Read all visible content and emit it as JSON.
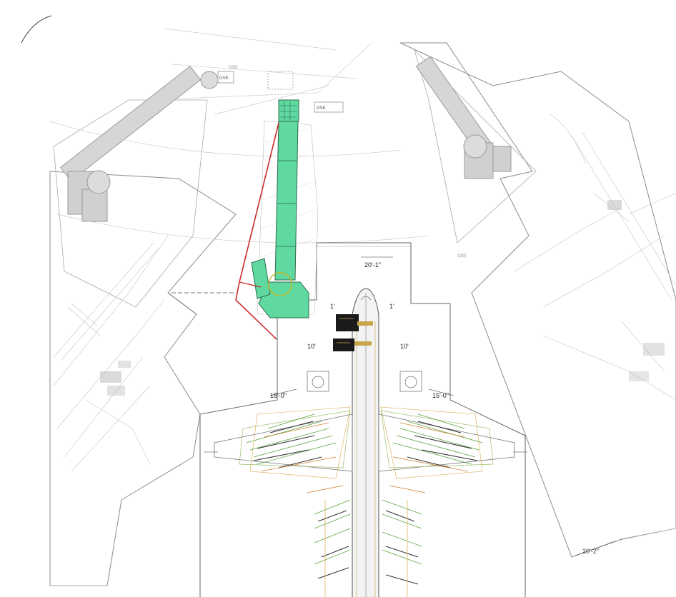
{
  "drawing": {
    "dimensions": {
      "gate_width": "20'-1\"",
      "left_wing_clear": "15'-0\"",
      "right_wing_clear": "15'-0\"",
      "nose_left": "1'",
      "nose_right": "1'",
      "left_side": "10'",
      "right_side": "10'",
      "right_lane": "20'-2\""
    },
    "gse_tags": [
      "GSE",
      "GSE",
      "GSE",
      "GSE"
    ],
    "highlight": {
      "jet_bridge_fill": "#5fd9a0",
      "clearance_line": "#cc2a2a",
      "wheel_circle": "#c8b41e"
    },
    "icons": {
      "bridge_rotunda": "square-rotunda",
      "service_equipment": "equipment-boxes"
    }
  }
}
